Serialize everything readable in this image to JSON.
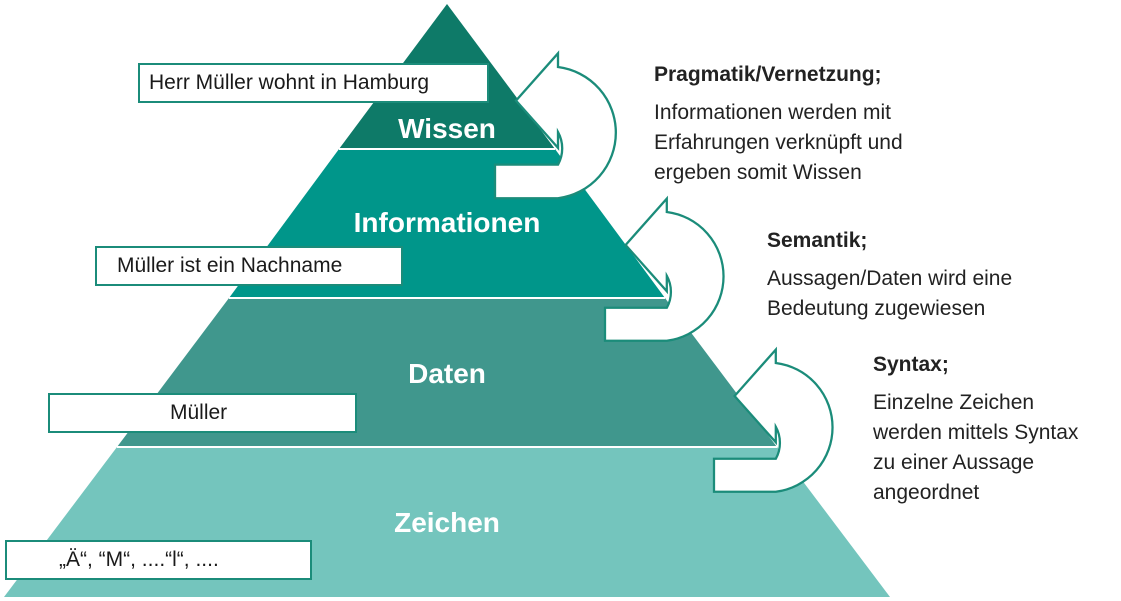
{
  "tiers": [
    {
      "label": "Wissen",
      "color": "#0e7a68"
    },
    {
      "label": "Informationen",
      "color": "#00968a"
    },
    {
      "label": "Daten",
      "color": "#40978d"
    },
    {
      "label": "Zeichen",
      "color": "#74c5bd"
    }
  ],
  "examples": {
    "wissen": "Herr Müller wohnt in Hamburg",
    "informationen": "Müller ist ein Nachname",
    "daten": "Müller",
    "zeichen": "„Ä“, “M“,  ....“l“, ...."
  },
  "descriptions": {
    "pragmatik": {
      "title": "Pragmatik/Vernetzung;",
      "body": "Informationen werden mit\nErfahrungen verknüpft und\nergeben somit Wissen"
    },
    "semantik": {
      "title": "Semantik;",
      "body": "Aussagen/Daten wird eine\nBedeutung zugewiesen"
    },
    "syntax": {
      "title": "Syntax;",
      "body": "Einzelne Zeichen\nwerden mittels Syntax\nzu einer Aussage\nangeordnet"
    }
  },
  "colors": {
    "box_border": "#1b8c7a",
    "arrow_outline": "#1b8c7a",
    "arrow_fill": "#ffffff"
  }
}
